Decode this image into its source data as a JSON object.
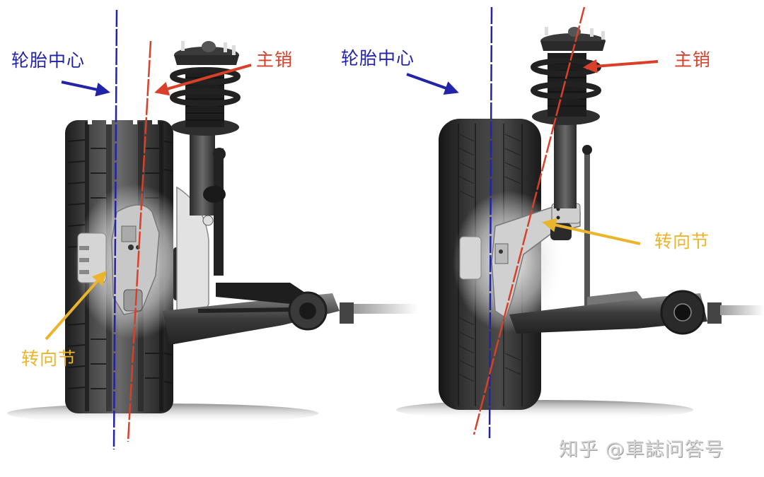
{
  "diagram": {
    "title": "",
    "colors": {
      "wheel_center_line": "#2323a8",
      "kingpin_line": "#d8402a",
      "knuckle_arrow": "#eab52c",
      "tire": "#2b2b2b",
      "background": "#ffffff"
    },
    "panels": [
      {
        "id": "left",
        "labels": {
          "wheel_center": "轮胎中心",
          "kingpin": "主销",
          "steering_knuckle": "转向节"
        }
      },
      {
        "id": "right",
        "labels": {
          "wheel_center": "轮胎中心",
          "kingpin": "主销",
          "steering_knuckle": "转向节"
        }
      }
    ],
    "watermark": "知乎 @車誌问答号"
  }
}
